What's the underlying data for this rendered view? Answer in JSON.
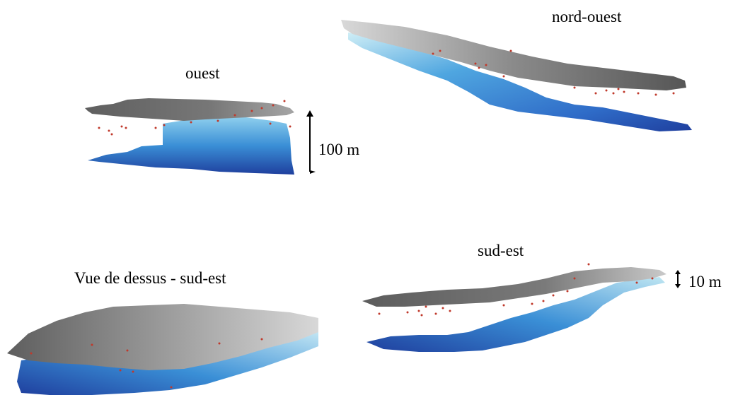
{
  "panels": {
    "west": {
      "title": "ouest"
    },
    "northwest": {
      "title": "nord-ouest"
    },
    "southeast": {
      "title": "sud-est"
    },
    "top": {
      "title": "Vue de dessus - sud-est"
    }
  },
  "scales": {
    "large": {
      "label": "100 m"
    },
    "small": {
      "label": "10 m"
    }
  },
  "colors": {
    "upper_surface_dark": "#5a5a5a",
    "upper_surface_light": "#c9c9c9",
    "lower_surface_dark": "#1f3f9e",
    "lower_surface_mid": "#3a8fd6",
    "lower_surface_light": "#bfe6f2",
    "points": "#c0392b"
  }
}
